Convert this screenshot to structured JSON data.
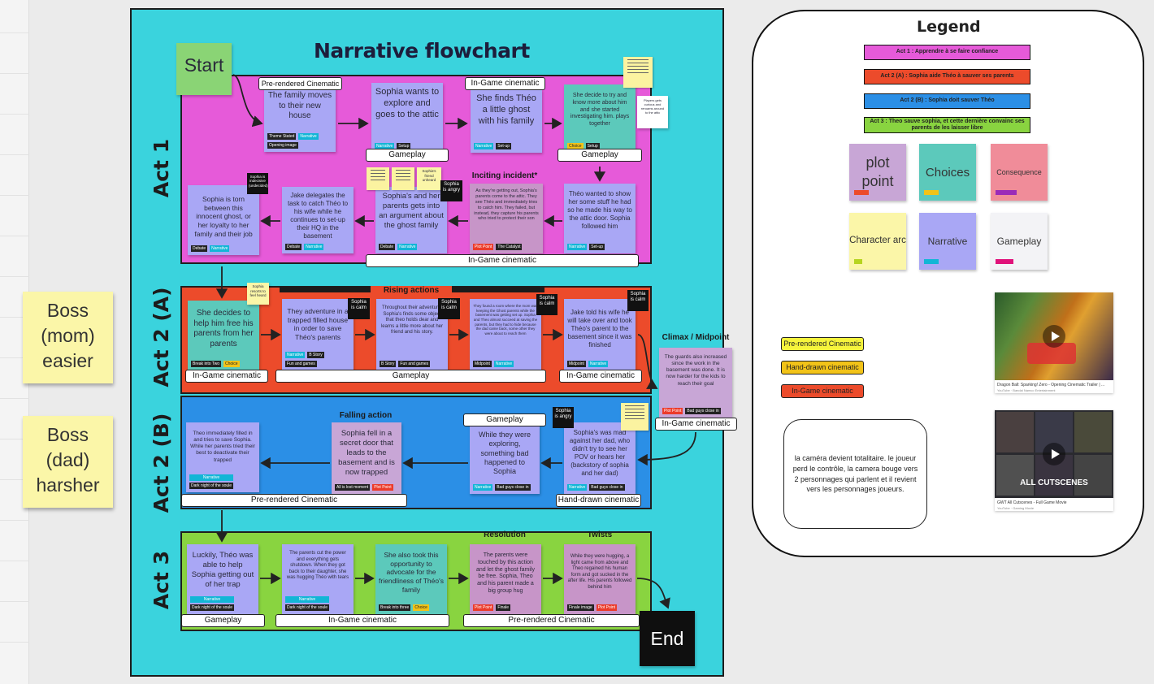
{
  "title": "Narrative flowchart",
  "start_label": "Start",
  "end_label": "End",
  "acts": {
    "act1": "Act 1",
    "act2a": "Act 2 (A)",
    "act2b": "Act 2 (B)",
    "act3": "Act 3"
  },
  "colors": {
    "act1": "#e65ad9",
    "act2a": "#ec4b2b",
    "act2b": "#2b8fe6",
    "act3": "#89d440",
    "frame": "#3ad3dd"
  },
  "boss": [
    {
      "text": "Boss (mom) easier"
    },
    {
      "text": "Boss (dad) harsher"
    }
  ],
  "section_titles": {
    "inciting": "Inciting incident*",
    "rising": "Rising actions",
    "climax": "Climax / Midpoint",
    "falling": "Falling action",
    "resolution": "Resolution",
    "twists": "Twists"
  },
  "labels": {
    "a1_pre": "Pre-rendered Cinematic",
    "a1_ingame_top": "In-Game cinematic",
    "a1_gp1": "Gameplay",
    "a1_gp2": "Gameplay",
    "a1_ingame_bottom": "In-Game cinematic",
    "a2a_ingame1": "In-Game cinematic",
    "a2a_gp": "Gameplay",
    "a2a_ingame2": "In-Game cinematic",
    "climax_ingame": "In-Game cinematic",
    "a2b_gp": "Gameplay",
    "a2b_pre": "Pre-rendered Cinematic",
    "a2b_hand": "Hand-drawn cinematic",
    "a3_gp": "Gameplay",
    "a3_ingame": "In-Game cinematic",
    "a3_pre": "Pre-rendered Cinematic"
  },
  "notes": {
    "n1": "The family moves to their new house",
    "n2": "Sophia wants to explore and goes to the attic",
    "n3": "She finds Théo a little ghost with his family",
    "n4": "She decide to try and know more about him and she started investigating him. plays together",
    "n5": "Théo wanted to show her some stuff he had so he made his way to the attic door. Sophia followed him",
    "n6": "As they're getting out, Sophia's parents come to the attic. They see Théo and immediately tries to catch him. They failed, but instead, they capture his parents who tried to protect their son",
    "n7": "Sophia's and her parents gets into an argument about the ghost family",
    "n8": "Jake delegates the task to catch Théo to his wife while he continues to set-up their HQ in the basement",
    "n9": "Sophia is torn between this innocent ghost, or her loyalty to her family and their job",
    "n10": "She decides to help him free his parents from her parents",
    "n11": "They adventure in a trapped filled house in order to save Théo's parents",
    "n12": "Throughout their adventure, Sophia's finds some object that theo holds dear and learns a little more about her friend and his story.",
    "n13": "They found a room where the mom was keeping the Ghost parents while the basement was getting set up. Sophia and Theo almost succeed at saving the parents, but they had to hide because the dad came back, some other they were about to reach them",
    "n14": "Jake told his wife he will take over and took Théo's parent to the basement since it was finished",
    "n15": "The guards also increased since the work in the basement was done. It is now harder for the kids to reach their goal",
    "n16": "Sophia's was mad against her dad, who didn't try to see her POV or hears her (backstory of sophia and her dad)",
    "n17": "While they were exploring, something bad happened to Sophia",
    "n18": "Sophia fell in a secret door that leads to the basement and is now trapped",
    "n19": "Theo immediately filled in and tries to save Sophia. While her parents tried their best to deactivate their trapped",
    "n20": "Luckily, Théo was able to help Sophia getting out of her trap",
    "n21": "The parents cut the power and everything gets shutdown. When they got back to their daughter, she was hugging Théo with tears",
    "n22": "She also took this opportunity to advocate for the friendliness of Théo's family",
    "n23": "The parents were touched by this action and let the ghost family be free. Sophia, Theo and his parent made a big group hug",
    "n24": "While they were hugging, a light came from above and Theo regained his human form and got sucked in the after life. His parents followed behind him"
  },
  "tags": {
    "n1": [
      "Theme Stated",
      "Narrative",
      "Opening image"
    ],
    "n2": [
      "Narrative",
      "Setup"
    ],
    "n3": [
      "Narrative",
      "Set-up"
    ],
    "n4": [
      "Choice",
      "Setup"
    ],
    "n5": [
      "Narrative",
      "Set-up"
    ],
    "n6": [
      "Plot Point",
      "The Catalyst"
    ],
    "n7": [
      "Debate",
      "Narrative"
    ],
    "n8": [
      "Debate",
      "Narrative"
    ],
    "n9": [
      "Debate",
      "Narrative"
    ],
    "n10": [
      "Break into Two",
      "Choice"
    ],
    "n11": [
      "Narrative",
      "B Story",
      "Fun and games"
    ],
    "n12": [
      "B Story",
      "Fun and games"
    ],
    "n13": [
      "Midpoint",
      "Narrative"
    ],
    "n14": [
      "Midpoint",
      "Narrative"
    ],
    "n15": [
      "Plot Point",
      "Bad guys close in"
    ],
    "n16": [
      "Narrative",
      "Bad guys close in"
    ],
    "n17": [
      "Narrative",
      "Bad guys close in"
    ],
    "n18": [
      "All is lost moment",
      "Plot Point"
    ],
    "n19": [
      "Narrative",
      "Dark night of the soule"
    ],
    "n20": [
      "Narrative",
      "Dark night of the soule"
    ],
    "n21": [
      "Narrative",
      "Dark night of the soule"
    ],
    "n22": [
      "Break into three",
      "Choice"
    ],
    "n23": [
      "Plot Point",
      "Finale"
    ],
    "n24": [
      "Finale image",
      "Plot Point"
    ]
  },
  "black_stickers": {
    "s1": "Sophia is indecisive (undecided)",
    "s2": "Sophia is angry",
    "s3": "Sophia is calm",
    "s4": "Sophia is calm",
    "s5": "Sophia is calm",
    "s6": "Sophia is calm",
    "s7": "Sophia is angry"
  },
  "yellow_stickers": {
    "y1": "Sophia's friend unheard",
    "y2": "Players gets curious and reroams around to the attic",
    "y3": "Sophia resorts to feel heard"
  },
  "legend": {
    "title": "Legend",
    "acts": [
      {
        "text": "Act 1 : Apprendre à se faire confiance",
        "color": "#e65ad9"
      },
      {
        "text": "Act 2 (A) : Sophia aide Théo à sauver ses parents",
        "color": "#ec4b2b"
      },
      {
        "text": "Act 2 (B) : Sophia doit sauver Théo",
        "color": "#2b8fe6"
      },
      {
        "text": "Act 3 : Theo sauve sophia, et cette dernière convainc ses parents de les laisser libre",
        "color": "#89d440"
      }
    ],
    "note_types": [
      {
        "text": "plot point",
        "bg": "#c8a6d6",
        "mark": "#ec4b2b"
      },
      {
        "text": "Choices",
        "bg": "#5cc9bb",
        "mark": "#f2c318"
      },
      {
        "text": "Consequence",
        "bg": "#f08c99",
        "mark": "#9b2ab8"
      },
      {
        "text": "Character arc",
        "bg": "#fbf6a8",
        "mark": "#b6d41f"
      },
      {
        "text": "Narrative",
        "bg": "#a9a7f5",
        "mark": "#12b6d6"
      },
      {
        "text": "Gameplay",
        "bg": "#f3f3f6",
        "mark": "#e0127a"
      }
    ],
    "cinematics": [
      {
        "text": "Pre-rendered Cinematic",
        "color": "#f6f43c"
      },
      {
        "text": "Hand-drawn cinematic",
        "color": "#f2c318"
      },
      {
        "text": "In-Game cinematic",
        "color": "#ec4b2b"
      }
    ],
    "explanation": "la caméra devient totalitaire. le joueur perd le contrôle, la camera bouge vers 2 personnages qui parlent et il revient vers les personnages joueurs.",
    "videos": [
      {
        "title": "Dragon Ball: Sparking! Zero - Opening Cinematic Trailer | ...",
        "sub": "YouTube · Bandai Namco Entertainment",
        "icon": "play-icon"
      },
      {
        "title": "GWT All Cutscenes - Full Game Movie",
        "sub": "YouTube · Gaming Movie",
        "icon": "play-icon",
        "overlay": "ALL CUTSCENES"
      }
    ]
  }
}
